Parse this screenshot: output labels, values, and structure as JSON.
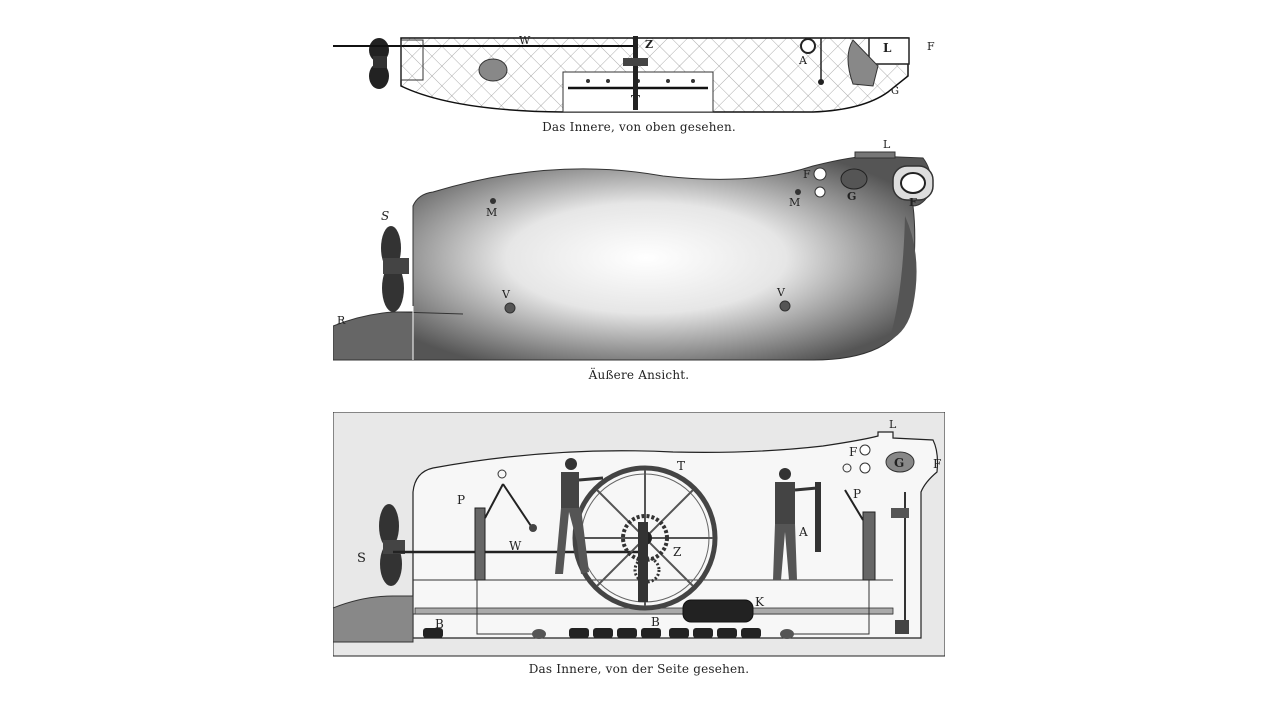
{
  "figures": {
    "top": {
      "caption": "Das Innere, von oben gesehen.",
      "labels": {
        "w": "W",
        "z": "Z",
        "a": "A",
        "l": "L",
        "f": "F",
        "t": "T",
        "g": "G"
      }
    },
    "middle": {
      "caption": "Äußere Ansicht.",
      "labels": {
        "l": "L",
        "s": "S",
        "m1": "M",
        "m2": "M",
        "f": "F",
        "g": "G",
        "f2": "F",
        "v1": "V",
        "v2": "V",
        "r": "R"
      }
    },
    "bottom": {
      "caption": "Das Innere, von der Seite gesehen.",
      "labels": {
        "l": "L",
        "f1": "F",
        "g": "G",
        "f2": "F",
        "t": "T",
        "p1": "P",
        "p2": "P",
        "w": "W",
        "s": "S",
        "a": "A",
        "z": "Z",
        "k": "K",
        "b1": "B",
        "b2": "B"
      }
    }
  }
}
